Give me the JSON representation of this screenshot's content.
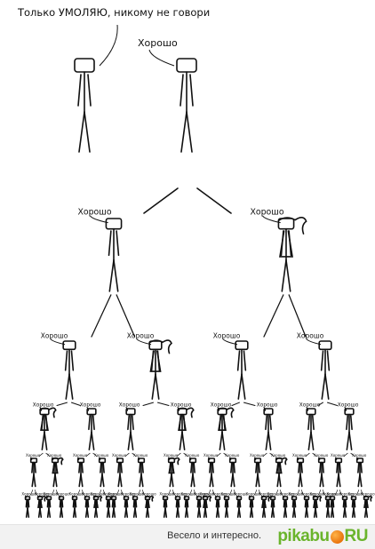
{
  "speech": {
    "secret": "Только УМОЛЯЮ, никому не говори",
    "ok": "Хорошо"
  },
  "footer": {
    "slogan": "Весело и интересно.",
    "logo_main": "pikabu",
    "logo_tld": "RU"
  },
  "colors": {
    "ink": "#111111",
    "footer_bg": "#f2f2f2",
    "logo_green": "#6ab42c",
    "logo_orange": "#e8730c"
  }
}
